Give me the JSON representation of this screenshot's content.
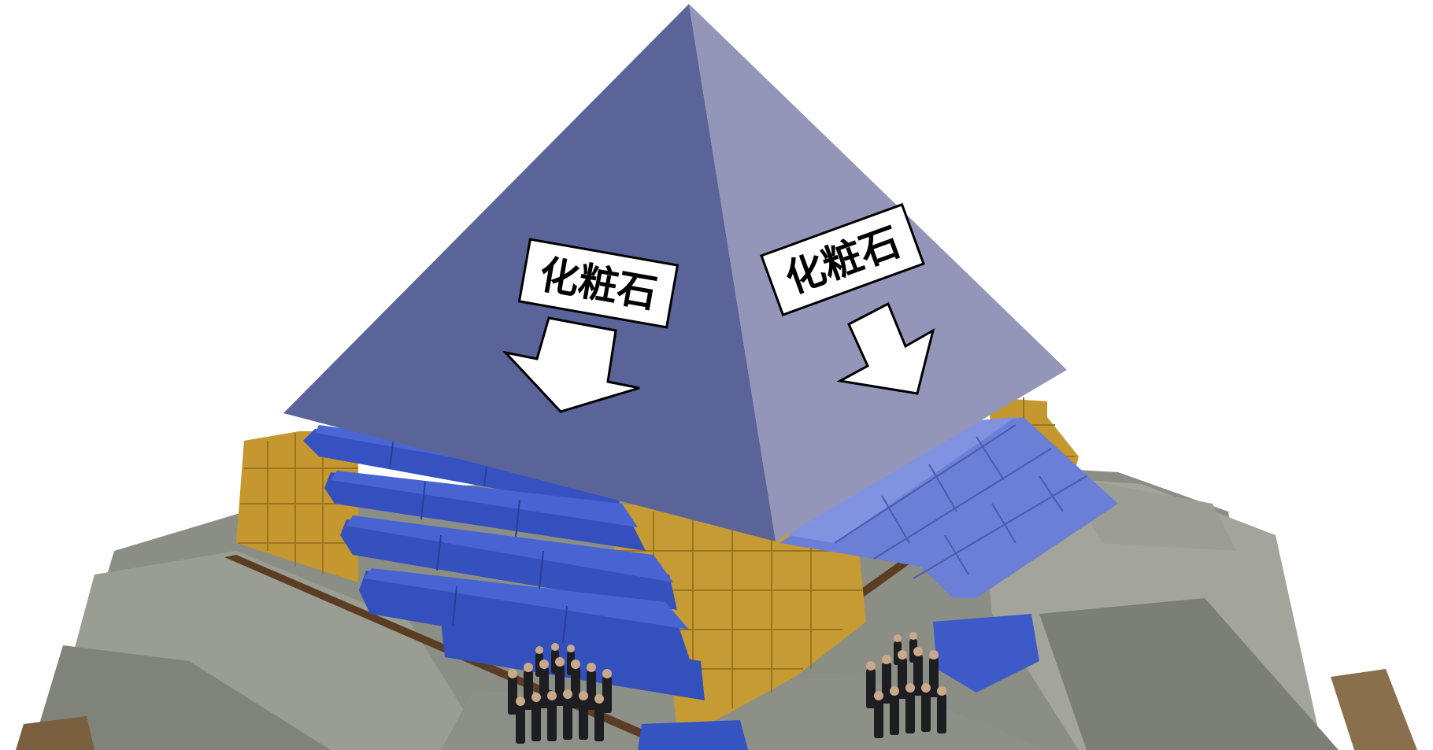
{
  "labels": [
    {
      "text": "化粧石",
      "name": "casing-stone-label-left"
    },
    {
      "text": "化粧石",
      "name": "casing-stone-label-right"
    }
  ],
  "colors": {
    "background": "#ffffff",
    "pyramid_left_face": "#5b6499",
    "pyramid_right_face": "#9496b9",
    "casing_block": "#3a56c2",
    "casing_block_right": "#6a7ed8",
    "core_block": "#c69a34",
    "terrain": "#8f9287",
    "terrain_dark": "#75786e",
    "arrow_fill": "#ffffff",
    "label_border": "#000000"
  },
  "icons": [
    "down-arrow-icon",
    "worker-group-icon"
  ]
}
